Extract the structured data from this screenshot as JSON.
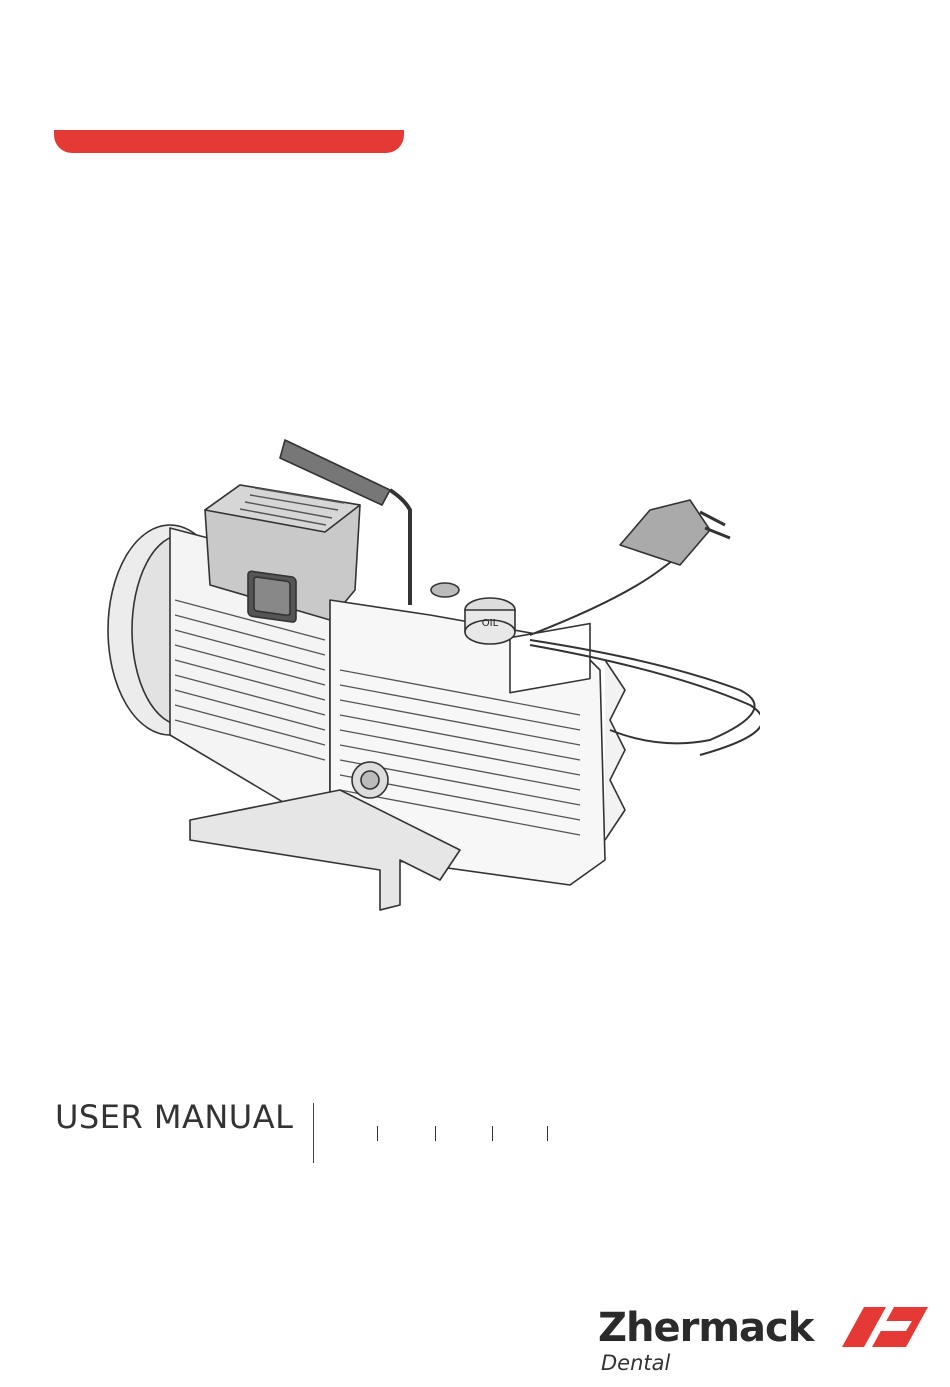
{
  "cover": {
    "title": "USER MANUAL",
    "accent_color": "#e53935"
  },
  "brand": {
    "name": "Zhermack",
    "division": "Dental",
    "logo_color": "#e53935"
  },
  "illustration": {
    "subject": "vacuum pump",
    "labels": {
      "oil_cap": "OIL"
    }
  }
}
